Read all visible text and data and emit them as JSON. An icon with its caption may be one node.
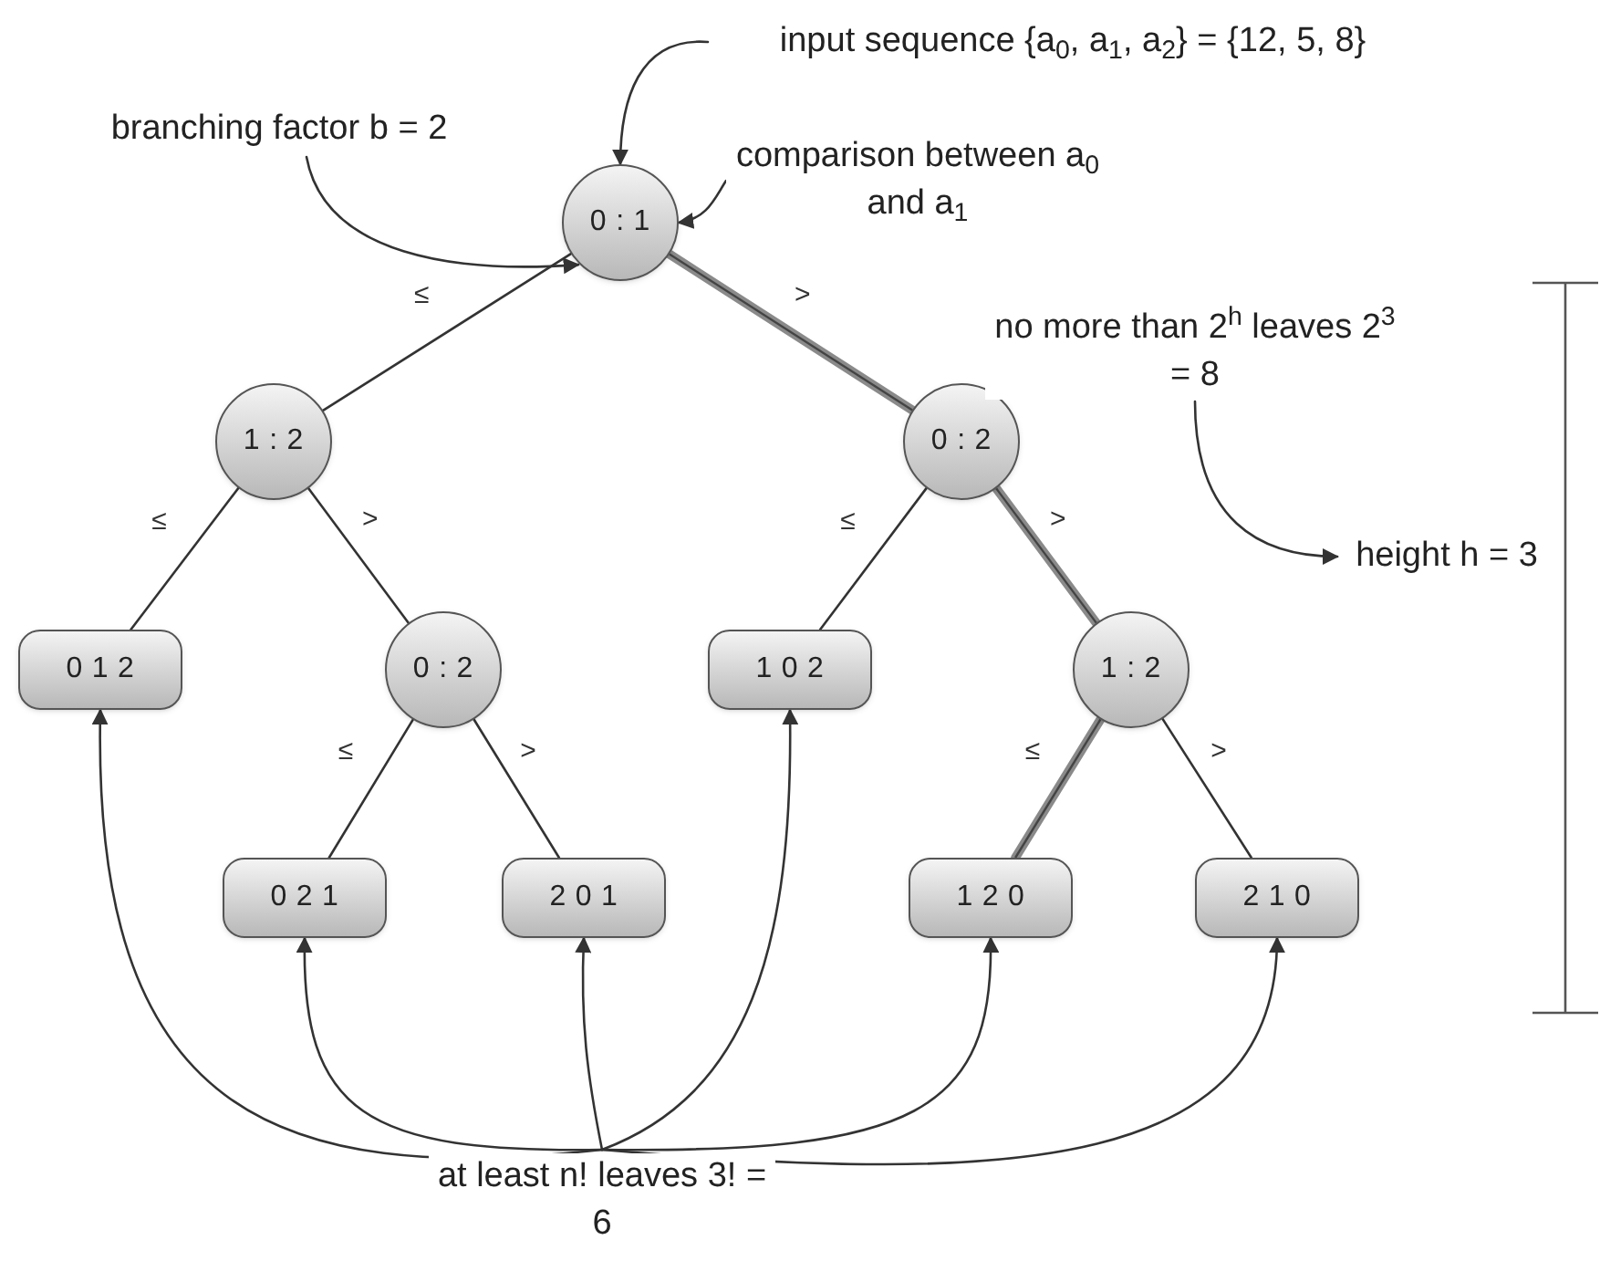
{
  "diagram": {
    "nodes": [
      {
        "text": [
          "0 : 1"
        ]
      },
      {
        "text": [
          "1 : 2"
        ]
      },
      {
        "text": [
          "0 : 2"
        ]
      },
      {
        "text": [
          "0 1 2"
        ]
      },
      {
        "text": [
          "0 : 2"
        ]
      },
      {
        "text": [
          "1 0 2"
        ]
      },
      {
        "text": [
          "1 : 2"
        ]
      },
      {
        "text": [
          "0 2 1"
        ]
      },
      {
        "text": [
          "2 0 1"
        ]
      },
      {
        "text": [
          "1 2 0"
        ]
      },
      {
        "text": [
          "2 1 0"
        ]
      },
      {
        "text": [
          "input sequence {a$_{0}$, a$_{1}$, a$_{2}$} = {12, 5, 8}"
        ]
      },
      {
        "text": [
          "branching factor b = 2"
        ]
      },
      {
        "text": [
          "comparison between a$_{0}$ and a$_{1}$"
        ]
      },
      {
        "text": [
          "no more than 2$^{h}$ leaves 2$^{3}$ = 8"
        ]
      },
      {
        "text": [
          "height h = 3"
        ]
      },
      {
        "text": [
          "at least n! leaves 3! = 6"
        ]
      }
    ],
    "edges": [
      {
        "from": 0,
        "to": 1,
        "arrow": "none",
        "label": "≤"
      },
      {
        "from": 0,
        "to": 2,
        "arrow": "none",
        "label": ">",
        "style": "thick",
        "color": "#8a8a8a"
      },
      {
        "from": 1,
        "to": 3,
        "arrow": "none",
        "label": "≤"
      },
      {
        "from": 1,
        "to": 4,
        "arrow": "none",
        "label": ">"
      },
      {
        "from": 2,
        "to": 5,
        "arrow": "none",
        "label": "≤"
      },
      {
        "from": 2,
        "to": 6,
        "arrow": "none",
        "label": ">",
        "style": "thick",
        "color": "#8a8a8a"
      },
      {
        "from": 4,
        "to": 7,
        "arrow": "none",
        "label": "≤"
      },
      {
        "from": 4,
        "to": 8,
        "arrow": "none",
        "label": ">"
      },
      {
        "from": 6,
        "to": 9,
        "arrow": "none",
        "label": "≤",
        "style": "thick",
        "color": "#8a8a8a"
      },
      {
        "from": 6,
        "to": 10,
        "arrow": "none",
        "label": ">"
      },
      {
        "from": 11,
        "to": 0,
        "arrow": "to"
      },
      {
        "from": 12,
        "to": 0,
        "arrow": "to"
      },
      {
        "from": 13,
        "to": 0,
        "arrow": "to"
      },
      {
        "from": 14,
        "to": 15,
        "arrow": "to"
      },
      {
        "from": 16,
        "to": 3,
        "arrow": "to"
      },
      {
        "from": 16,
        "to": 7,
        "arrow": "to"
      },
      {
        "from": 16,
        "to": 8,
        "arrow": "to"
      },
      {
        "from": 16,
        "to": 5,
        "arrow": "to"
      },
      {
        "from": 16,
        "to": 9,
        "arrow": "to"
      },
      {
        "from": 16,
        "to": 10,
        "arrow": "to"
      }
    ]
  }
}
